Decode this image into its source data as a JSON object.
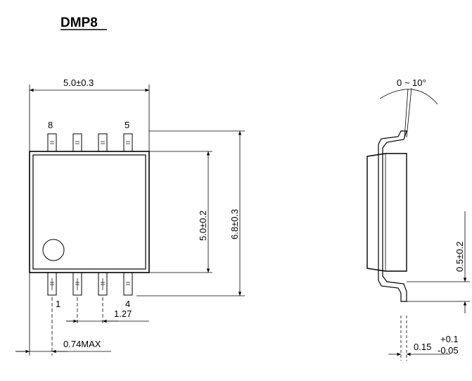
{
  "title": "DMP8",
  "top_view": {
    "width_dim": "5.0±0.3",
    "body_height_dim": "5.0±0.2",
    "overall_height_dim": "6.8±0.3",
    "pin_label_8": "8",
    "pin_label_5": "5",
    "pin_label_1": "1",
    "pin_label_4": "4",
    "pitch_dim": "1.27",
    "lead_overhang_dim": "0.74MAX"
  },
  "side_view": {
    "angle_range": "0 ~ 10°",
    "standoff_dim": "0.5±0.2",
    "lead_thickness_dim": "0.15",
    "lead_tol_plus": "+0.1",
    "lead_tol_minus": "-0.05"
  }
}
